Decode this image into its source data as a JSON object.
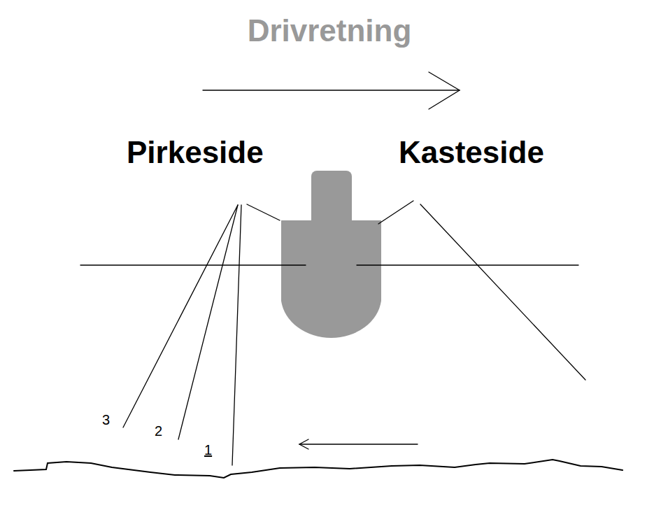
{
  "diagram": {
    "title": "Drivretning",
    "labels": [
      "Pirkeside",
      "Kasteside",
      "3",
      "2",
      "1"
    ]
  }
}
